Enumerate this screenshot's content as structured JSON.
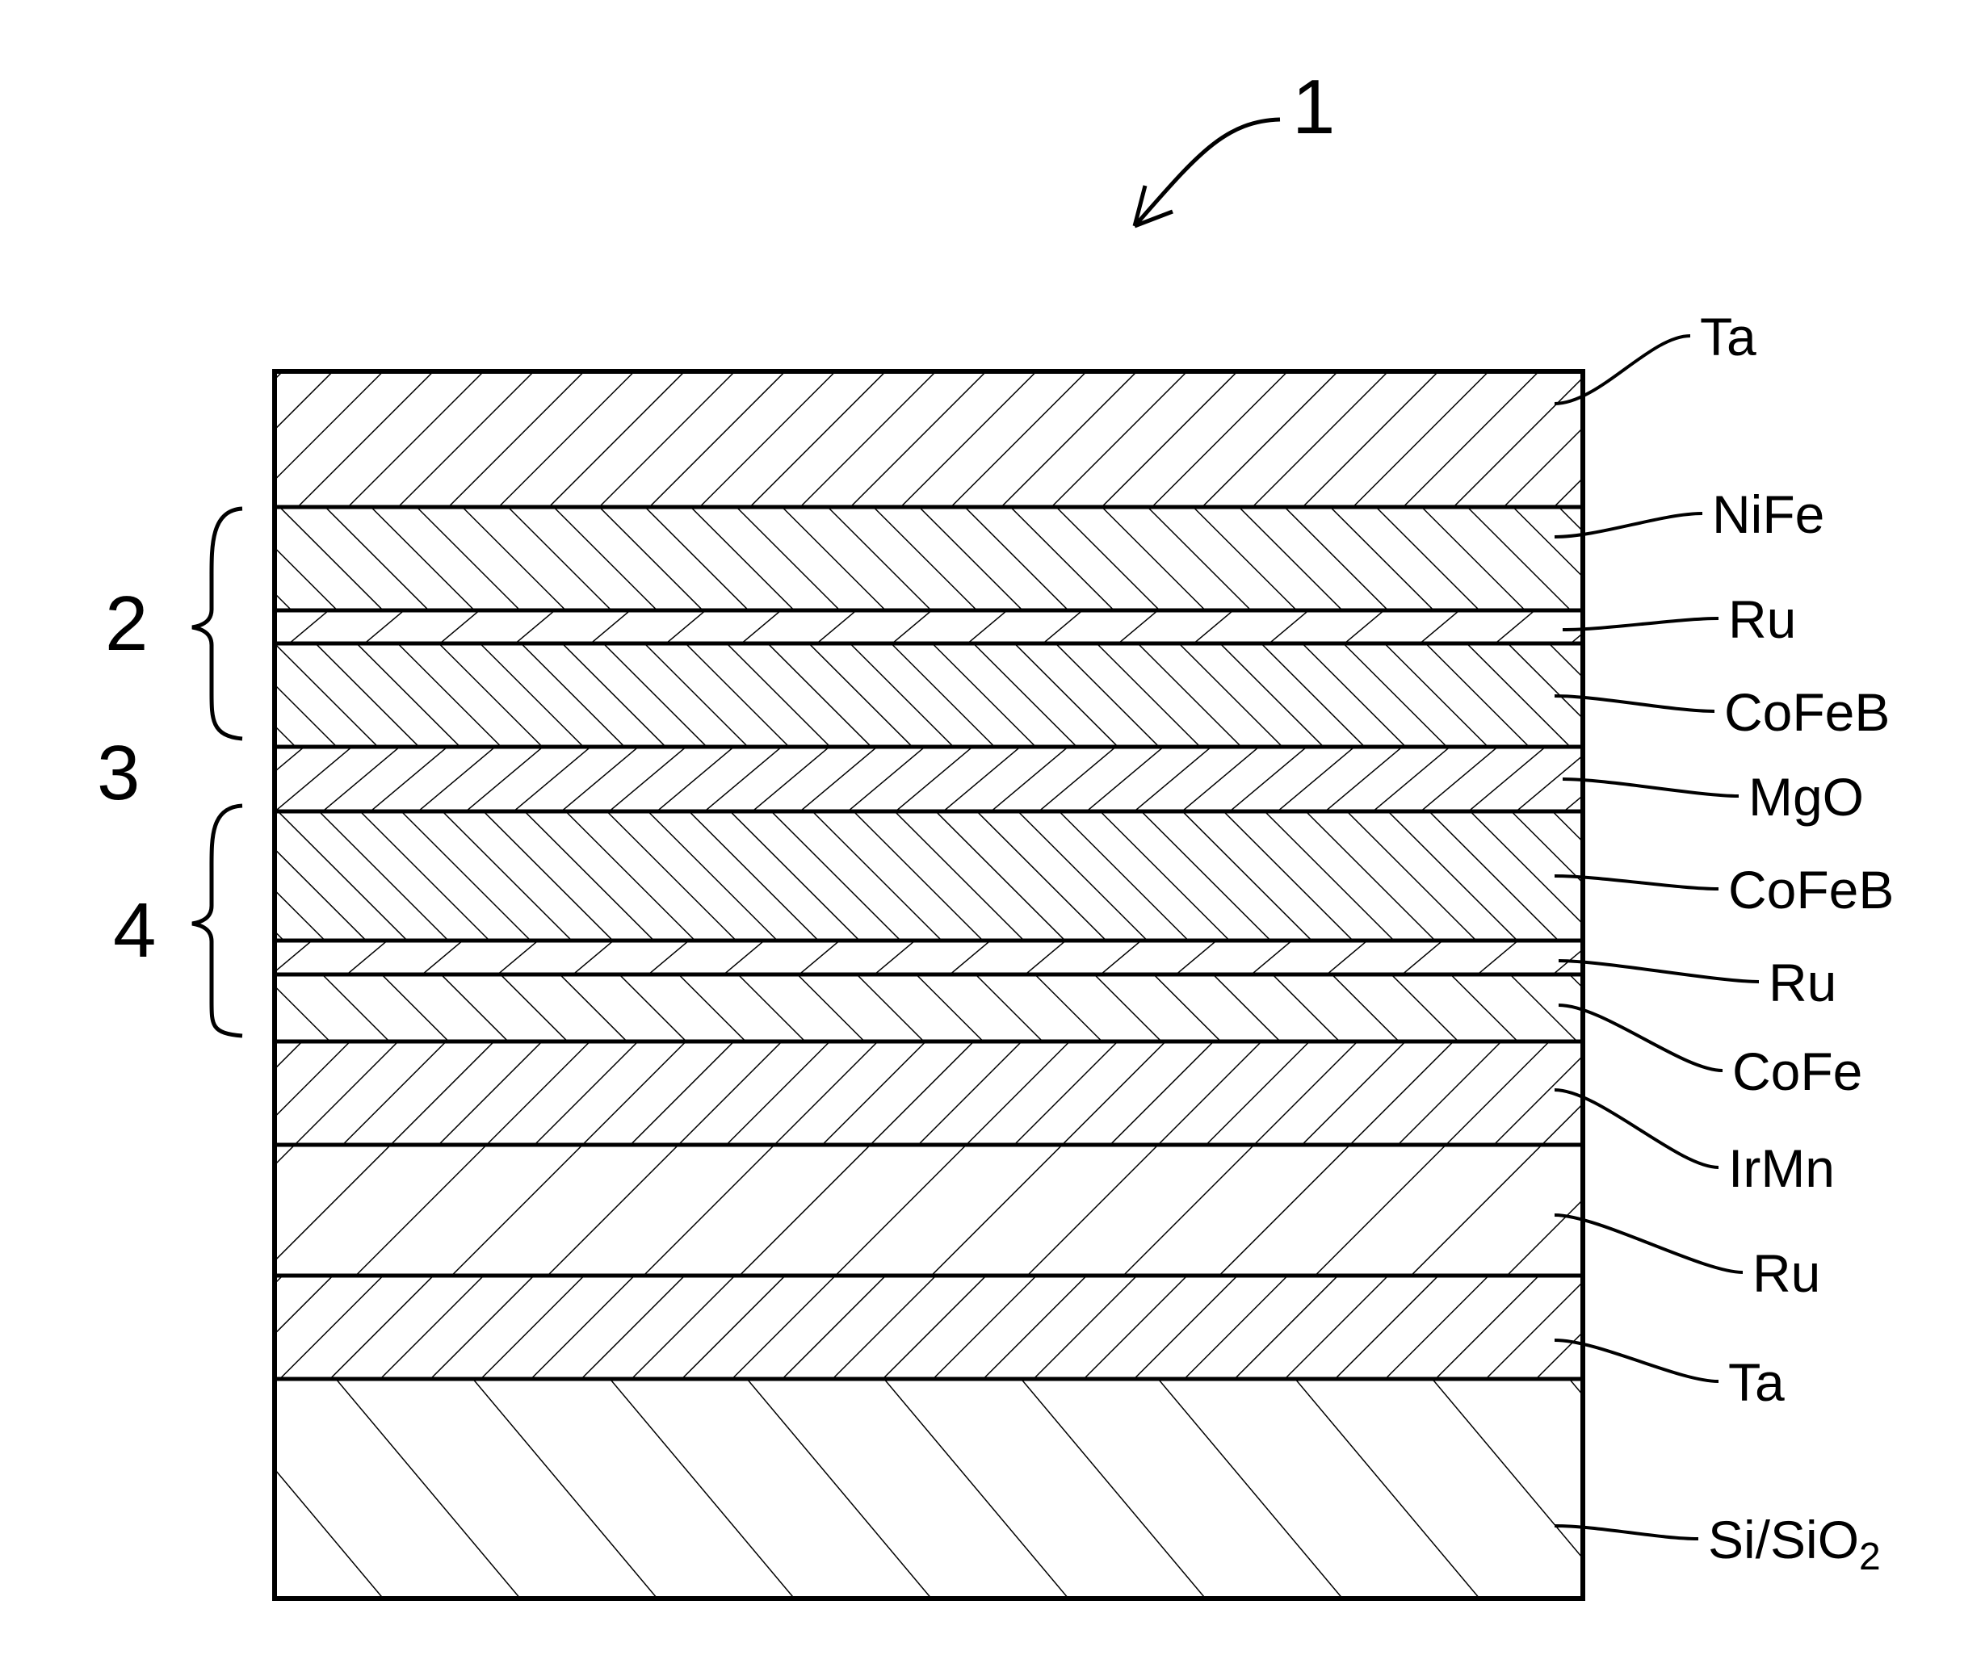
{
  "figure": {
    "reference_numeral": "1",
    "groups": [
      {
        "numeral": "2"
      },
      {
        "numeral": "3"
      },
      {
        "numeral": "4"
      }
    ],
    "layers": [
      {
        "label": "Ta",
        "hatch": "ta"
      },
      {
        "label": "NiFe",
        "hatch": "nife"
      },
      {
        "label": "Ru",
        "hatch": "ru_thin"
      },
      {
        "label": "CoFeB",
        "hatch": "cofeb"
      },
      {
        "label": "MgO",
        "hatch": "mgo"
      },
      {
        "label": "CoFeB",
        "hatch": "cofeb"
      },
      {
        "label": "Ru",
        "hatch": "ru_thin"
      },
      {
        "label": "CoFe",
        "hatch": "cofe"
      },
      {
        "label": "IrMn",
        "hatch": "irmn"
      },
      {
        "label": "Ru",
        "hatch": "ru_thick"
      },
      {
        "label": "Ta",
        "hatch": "ta"
      },
      {
        "label": "Si/SiO",
        "label_subscript": "2",
        "hatch": "substrate"
      }
    ]
  }
}
